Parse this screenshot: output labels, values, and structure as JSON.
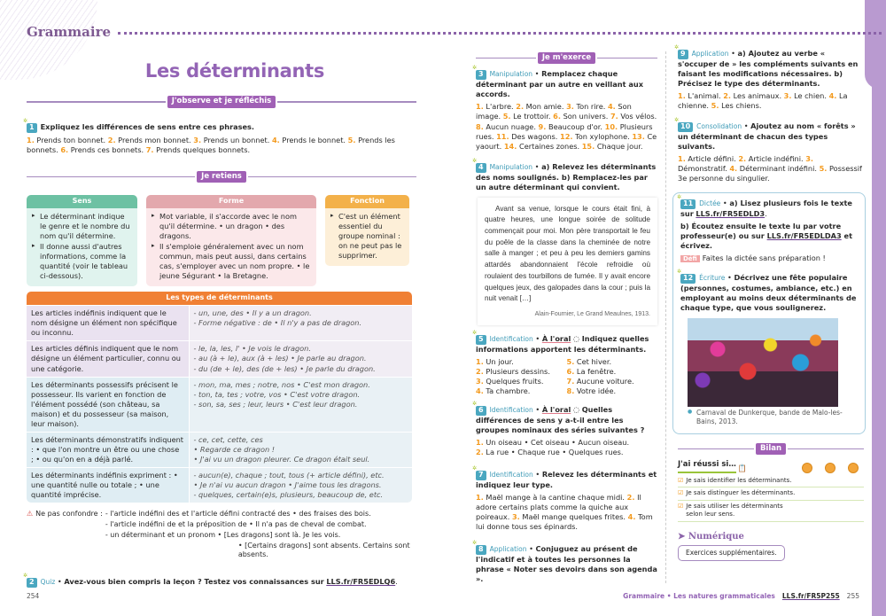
{
  "header": {
    "brand": "Grammaire"
  },
  "left": {
    "title": "Les déterminants",
    "observe_label": "J'observe et je réfléchis",
    "ex1": {
      "num": "1",
      "question": "Expliquez les différences de sens entre ces phrases.",
      "items": [
        {
          "n": "1.",
          "t": "Prends ton bonnet."
        },
        {
          "n": "2.",
          "t": "Prends mon bonnet."
        },
        {
          "n": "3.",
          "t": "Prends un bonnet."
        },
        {
          "n": "4.",
          "t": "Prends le bonnet."
        },
        {
          "n": "5.",
          "t": "Prends les bonnets."
        },
        {
          "n": "6.",
          "t": "Prends ces bonnets."
        },
        {
          "n": "7.",
          "t": "Prends quelques bonnets."
        }
      ]
    },
    "retiens_label": "Je retiens",
    "cards": {
      "sens": {
        "title": "Sens",
        "items": [
          "Le déterminant indique le genre et le nombre du nom qu'il détermine.",
          "Il donne aussi d'autres informations, comme la quantité (voir le tableau ci-dessous)."
        ]
      },
      "forme": {
        "title": "Forme",
        "items": [
          "Mot variable, il s'accorde avec le nom qu'il détermine. • un dragon • des dragons.",
          "Il s'emploie généralement avec un nom commun, mais peut aussi, dans certains cas, s'employer avec un nom propre. • le jeune Ségurant • la Bretagne."
        ]
      },
      "fonction": {
        "title": "Fonction",
        "items": [
          "C'est un élément essentiel du groupe nominal : on ne peut pas le supprimer."
        ]
      }
    },
    "types": {
      "title": "Les types de déterminants",
      "rows": [
        {
          "def": "Les articles indéfinis indiquent que le nom désigne un élément non spécifique ou inconnu.",
          "ex": [
            "- un, une, des • Il y a un dragon.",
            "- Forme négative : de • Il n'y a pas de dragon."
          ]
        },
        {
          "def": "Les articles définis indiquent que le nom désigne un élément particulier, connu ou une catégorie.",
          "ex": [
            "- le, la, les, l' • Je vois le dragon.",
            "- au (à + le), aux (à + les) • Je parle au dragon.",
            "- du (de + le), des (de + les) • Je parle du dragon."
          ]
        },
        {
          "def": "Les déterminants possessifs précisent le possesseur. Ils varient en fonction de l'élément possédé (son château, sa maison) et du possesseur (sa maison, leur maison).",
          "ex": [
            "- mon, ma, mes ; notre, nos • C'est mon dragon.",
            "- ton, ta, tes ; votre, vos • C'est votre dragon.",
            "- son, sa, ses ; leur, leurs • C'est leur dragon."
          ]
        },
        {
          "def": "Les déterminants démonstratifs indiquent : • que l'on montre un être ou une chose ; • ou qu'on en a déjà parlé.",
          "ex": [
            "- ce, cet, cette, ces",
            "• Regarde ce dragon !",
            "• J'ai vu un dragon pleurer. Ce dragon était seul."
          ]
        },
        {
          "def": "Les déterminants indéfinis expriment : • une quantité nulle ou totale ; • une quantité imprécise.",
          "ex": [
            "- aucun(e), chaque ; tout, tous (+ article défini), etc.",
            "• Je n'ai vu aucun dragon • J'aime tous les dragons.",
            "- quelques, certain(e)s, plusieurs, beaucoup de, etc."
          ]
        }
      ]
    },
    "confondre": {
      "label": "Ne pas confondre :",
      "lines": [
        "- l'article indéfini des et l'article défini contracté des • des fraises des bois.",
        "- l'article indéfini de et la préposition de • Il n'a pas de cheval de combat.",
        "- un déterminant et un pronom • [Les dragons] sont là. Je les vois.",
        "• [Certains dragons] sont absents. Certains sont absents."
      ]
    },
    "ex2": {
      "num": "2",
      "cat": "Quiz",
      "question": "Avez-vous bien compris la leçon ? Testez vos connaissances sur",
      "link": "LLS.fr/FR5EDLQ6"
    },
    "page_number": "254"
  },
  "mid": {
    "exerce_label": "Je m'exerce",
    "ex3": {
      "num": "3",
      "cat": "Manipulation",
      "question": "Remplacez chaque déterminant par un autre en veillant aux accords.",
      "items": [
        {
          "n": "1.",
          "t": "L'arbre."
        },
        {
          "n": "2.",
          "t": "Mon amie."
        },
        {
          "n": "3.",
          "t": "Ton rire."
        },
        {
          "n": "4.",
          "t": "Son image."
        },
        {
          "n": "5.",
          "t": "Le trottoir."
        },
        {
          "n": "6.",
          "t": "Son univers."
        },
        {
          "n": "7.",
          "t": "Vos vélos."
        },
        {
          "n": "8.",
          "t": "Aucun nuage."
        },
        {
          "n": "9.",
          "t": "Beaucoup d'or."
        },
        {
          "n": "10.",
          "t": "Plusieurs rues."
        },
        {
          "n": "11.",
          "t": "Des wagons."
        },
        {
          "n": "12.",
          "t": "Ton xylophone."
        },
        {
          "n": "13.",
          "t": "Ce yaourt."
        },
        {
          "n": "14.",
          "t": "Certaines zones."
        },
        {
          "n": "15.",
          "t": "Chaque jour."
        }
      ]
    },
    "ex4": {
      "num": "4",
      "cat": "Manipulation",
      "question": "a) Relevez les déterminants des noms soulignés. b) Remplacez-les par un autre déterminant qui convient.",
      "text": "Avant sa venue, lorsque le cours était fini, à quatre heures, une longue soirée de solitude commençait pour moi. Mon père transportait le feu du poêle de la classe dans la cheminée de notre salle à manger ; et peu à peu les derniers gamins attardés abandonnaient l'école refroidie où roulaient des tourbillons de fumée. Il y avait encore quelques jeux, des galopades dans la cour ; puis la nuit venait […]",
      "source": "Alain-Fournier, Le Grand Meaulnes, 1913."
    },
    "ex5": {
      "num": "5",
      "cat": "Identification",
      "oral": "À l'oral",
      "question": "Indiquez quelles informations apportent les déterminants.",
      "items": [
        {
          "n": "1.",
          "t": "Un jour."
        },
        {
          "n": "5.",
          "t": "Cet hiver."
        },
        {
          "n": "2.",
          "t": "Plusieurs dessins."
        },
        {
          "n": "6.",
          "t": "La fenêtre."
        },
        {
          "n": "3.",
          "t": "Quelques fruits."
        },
        {
          "n": "7.",
          "t": "Aucune voiture."
        },
        {
          "n": "4.",
          "t": "Ta chambre."
        },
        {
          "n": "8.",
          "t": "Votre idée."
        }
      ]
    },
    "ex6": {
      "num": "6",
      "cat": "Identification",
      "oral": "À l'oral",
      "question": "Quelles différences de sens y a-t-il entre les groupes nominaux des séries suivantes ?",
      "items": [
        {
          "n": "1.",
          "t": "Un oiseau • Cet oiseau • Aucun oiseau."
        },
        {
          "n": "2.",
          "t": "La rue • Chaque rue • Quelques rues."
        }
      ]
    },
    "ex7": {
      "num": "7",
      "cat": "Identification",
      "question": "Relevez les déterminants et indiquez leur type.",
      "items": [
        {
          "n": "1.",
          "t": "Maël mange à la cantine chaque midi."
        },
        {
          "n": "2.",
          "t": "Il adore certains plats comme la quiche aux poireaux."
        },
        {
          "n": "3.",
          "t": "Maël mange quelques frites."
        },
        {
          "n": "4.",
          "t": "Tom lui donne tous ses épinards."
        }
      ]
    },
    "ex8": {
      "num": "8",
      "cat": "Application",
      "question": "Conjuguez au présent de l'indicatif et à toutes les personnes la phrase « Noter ses devoirs dans son agenda »."
    }
  },
  "right": {
    "ex9": {
      "num": "9",
      "cat": "Application",
      "question": "a) Ajoutez au verbe « s'occuper de » les compléments suivants en faisant les modifications nécessaires. b) Précisez le type des déterminants.",
      "items": [
        {
          "n": "1.",
          "t": "L'animal."
        },
        {
          "n": "2.",
          "t": "Les animaux."
        },
        {
          "n": "3.",
          "t": "Le chien."
        },
        {
          "n": "4.",
          "t": "La chienne."
        },
        {
          "n": "5.",
          "t": "Les chiens."
        }
      ]
    },
    "ex10": {
      "num": "10",
      "cat": "Consolidation",
      "question": "Ajoutez au nom « forêts » un déterminant de chacun des types suivants.",
      "items": [
        {
          "n": "1.",
          "t": "Article défini."
        },
        {
          "n": "2.",
          "t": "Article indéfini."
        },
        {
          "n": "3.",
          "t": "Démonstratif."
        },
        {
          "n": "4.",
          "t": "Déterminant indéfini."
        },
        {
          "n": "5.",
          "t": "Possessif 3e personne du singulier."
        }
      ]
    },
    "ex11": {
      "num": "11",
      "cat": "Dictée",
      "question_a": "a) Lisez plusieurs fois le texte sur",
      "link_a": "LLS.fr/FR5EDLD3",
      "question_b": "b) Écoutez ensuite le texte lu par votre professeur(e) ou sur",
      "link_b": "LLS.fr/FR5EDLDA3",
      "question_b_end": "et écrivez.",
      "defi_label": "Défi",
      "defi": "Faites la dictée sans préparation !"
    },
    "ex12": {
      "num": "12",
      "cat": "Écriture",
      "question": "Décrivez une fête populaire (personnes, costumes, ambiance, etc.) en employant au moins deux déterminants de chaque type, que vous soulignerez.",
      "caption": "Carnaval de Dunkerque, bande de Malo-les-Bains, 2013."
    },
    "bilan": {
      "label": "Bilan",
      "reussi": "J'ai réussi si…",
      "items": [
        "Je sais identifier les déterminants.",
        "Je sais distinguer les déterminants.",
        "Je sais utiliser les déterminants selon leur sens."
      ]
    },
    "numerique": {
      "title": "Numérique",
      "button": "Exercices supplémentaires."
    }
  },
  "footer": {
    "crumb": "Grammaire • Les natures grammaticales",
    "link": "LLS.fr/FR5P255",
    "page_number": "255"
  }
}
